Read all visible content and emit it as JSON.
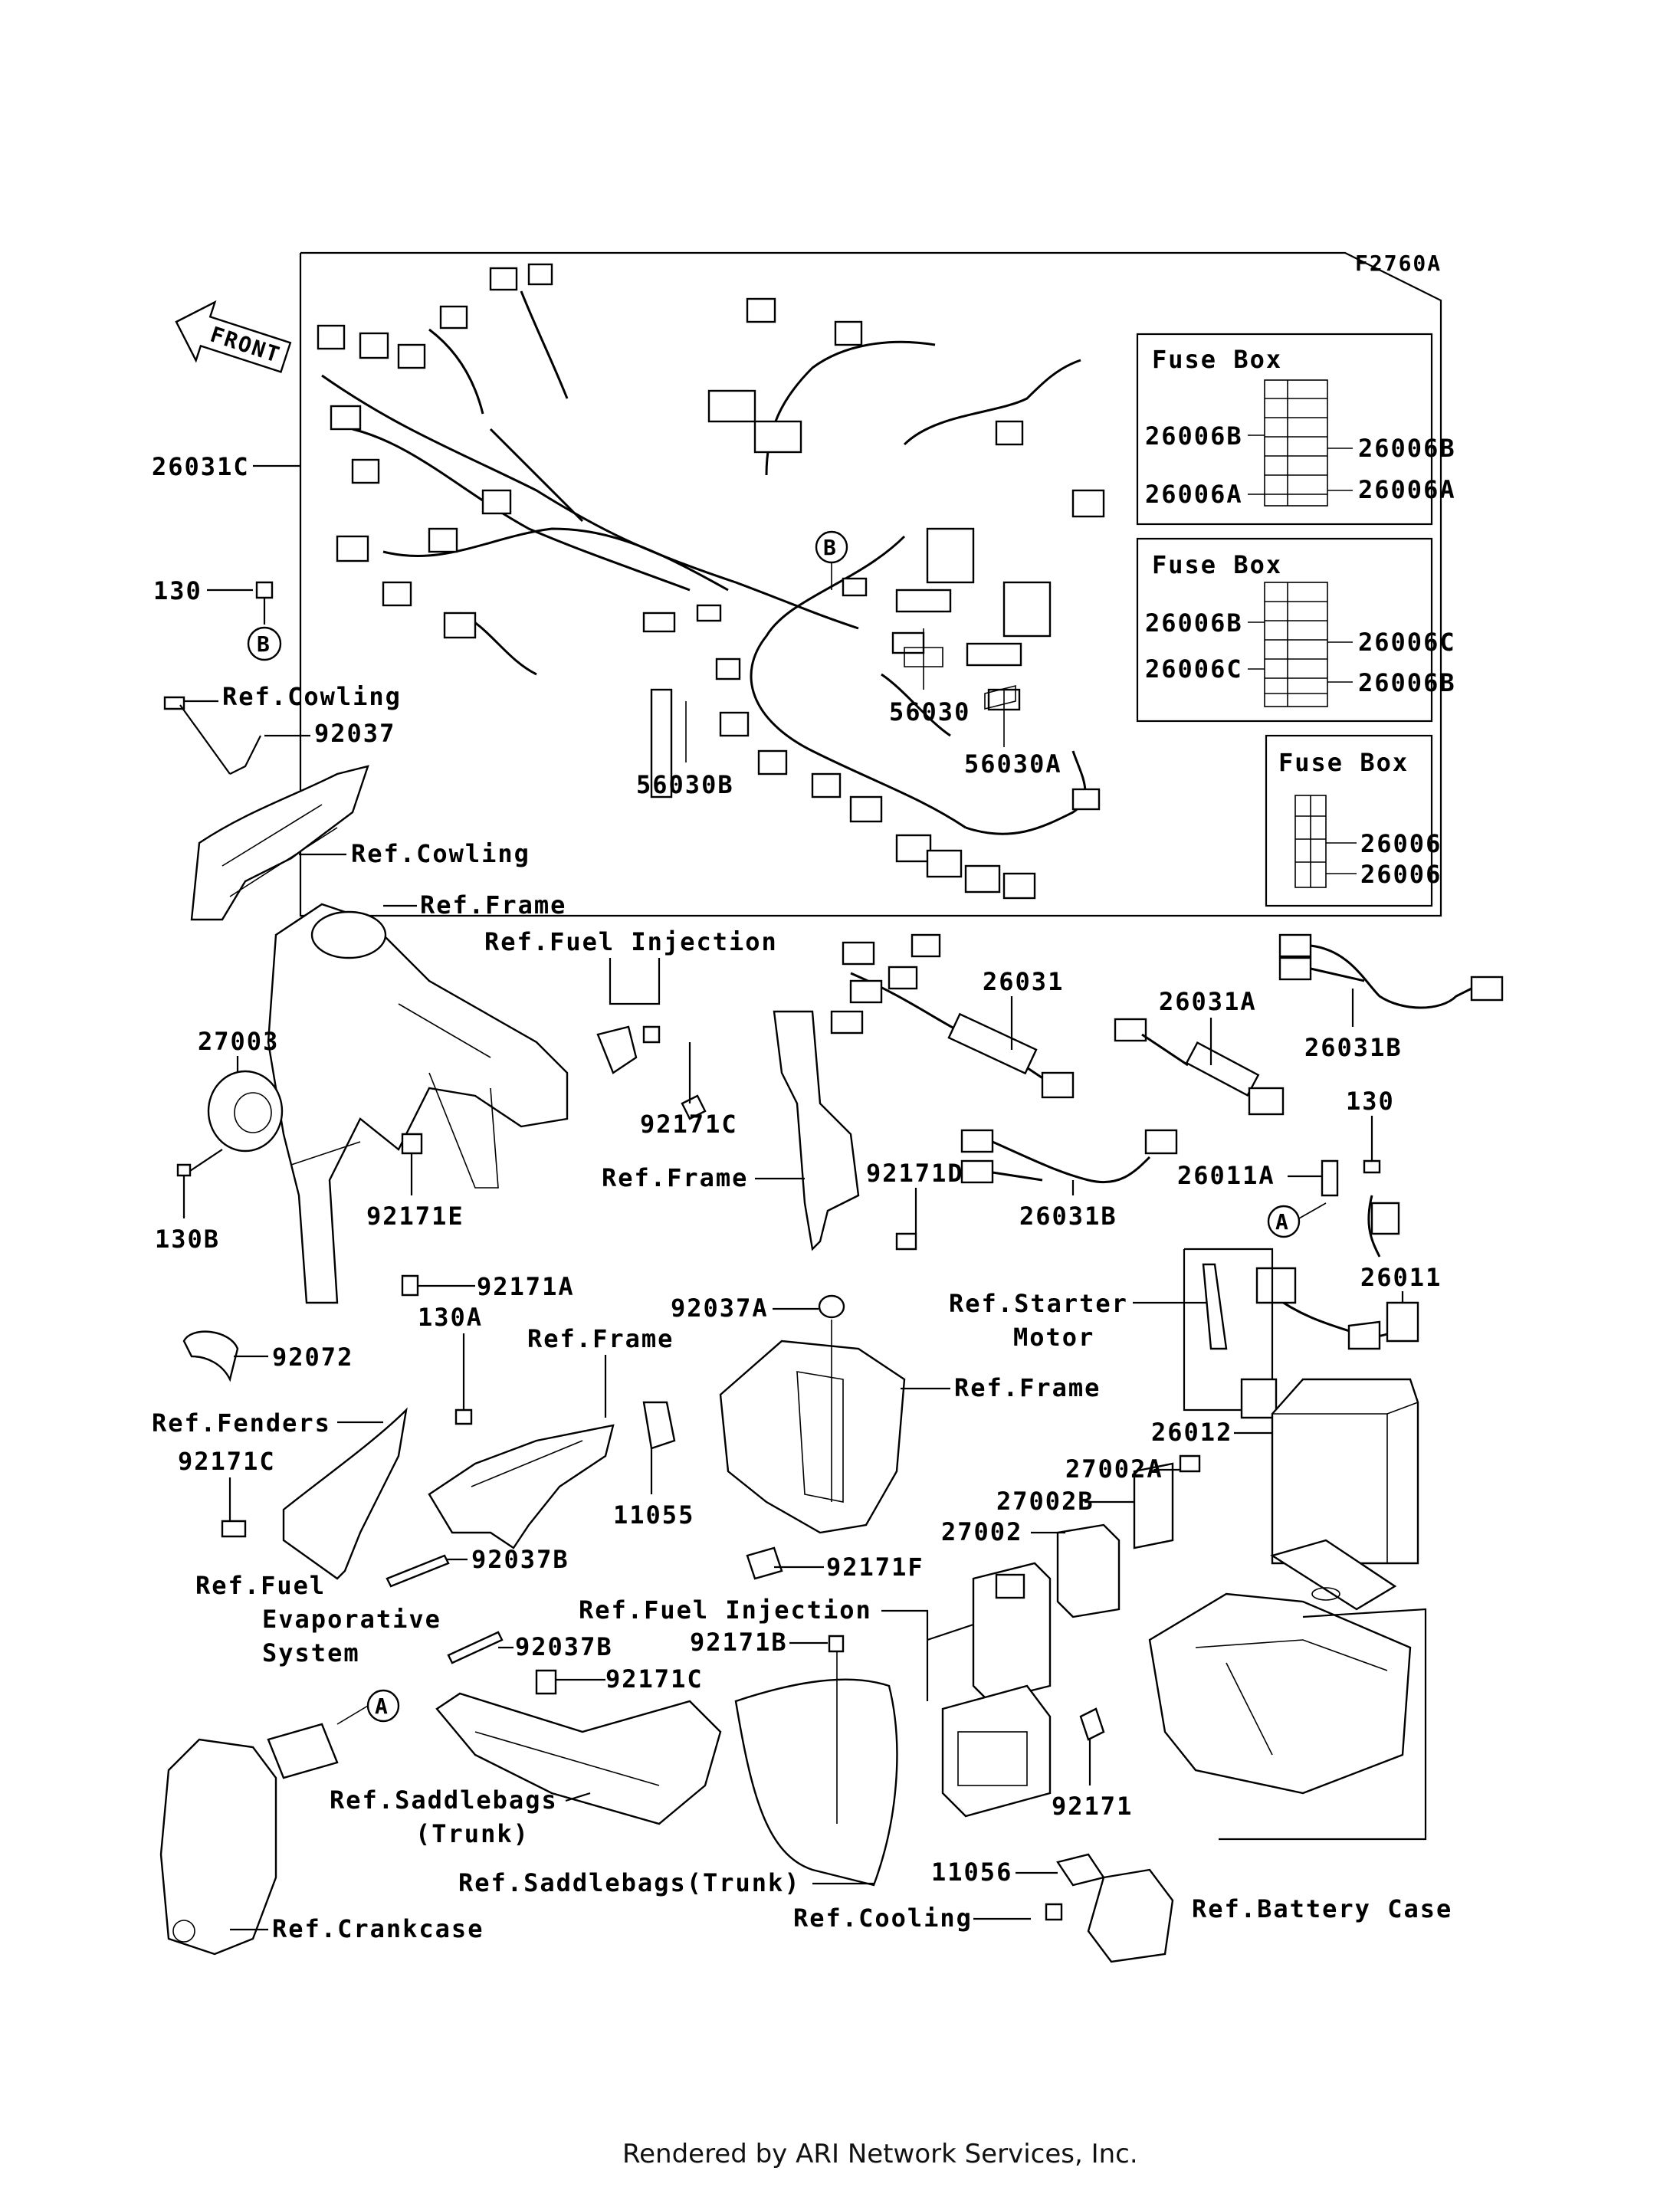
{
  "figure_code": "F2760A",
  "front_label": "FRONT",
  "footer": "Rendered by ARI Network Services, Inc.",
  "fuse_box_title": "Fuse Box",
  "callouts": {
    "c26031C": "26031C",
    "c130": "130",
    "cB1": "B",
    "cB2": "B",
    "refCowling1": "Ref.Cowling",
    "c92037": "92037",
    "refCowling2": "Ref.Cowling",
    "refFrame1": "Ref.Frame",
    "refFuelInj1": "Ref.Fuel Injection",
    "c27003": "27003",
    "c130B": "130B",
    "c92171E": "92171E",
    "c92171C_1": "92171C",
    "c56030": "56030",
    "c56030A": "56030A",
    "c56030B": "56030B",
    "c26031": "26031",
    "c26031A": "26031A",
    "c26031B_1": "26031B",
    "c26031B_2": "26031B",
    "refFrame2": "Ref.Frame",
    "c92171D": "92171D",
    "c130_2": "130",
    "c26011A": "26011A",
    "cA1": "A",
    "c26011": "26011",
    "c92171A": "92171A",
    "c130A": "130A",
    "refFrame3": "Ref.Frame",
    "c92037A": "92037A",
    "refFrame4": "Ref.Frame",
    "refStarter1": "Ref.Starter",
    "refStarter2": "Motor",
    "c92072": "92072",
    "refFenders": "Ref.Fenders",
    "c92171C_2": "92171C",
    "c11055": "11055",
    "c26012": "26012",
    "c27002A": "27002A",
    "c27002B": "27002B",
    "c27002": "27002",
    "c92037B_1": "92037B",
    "c92171F": "92171F",
    "refFuelEvap1": "Ref.Fuel",
    "refFuelEvap2": "Evaporative",
    "refFuelEvap3": "System",
    "refFuelInj2": "Ref.Fuel Injection",
    "c92171B": "92171B",
    "c92037B_2": "92037B",
    "c92171C_3": "92171C",
    "cA2": "A",
    "refSaddle1a": "Ref.Saddlebags",
    "refSaddle1b": "(Trunk)",
    "c92171": "92171",
    "refSaddle2": "Ref.Saddlebags(Trunk)",
    "c11056": "11056",
    "refCooling": "Ref.Cooling",
    "refBatteryCase": "Ref.Battery Case",
    "refCrankcase": "Ref.Crankcase"
  },
  "fuse_boxes": [
    {
      "left_top": "26006B",
      "left_bottom": "26006A",
      "right_top": "26006B",
      "right_bottom": "26006A"
    },
    {
      "left_top": "26006B",
      "left_bottom": "26006C",
      "right_top": "26006C",
      "right_bottom": "26006B"
    },
    {
      "right_top": "26006",
      "right_bottom": "26006"
    }
  ]
}
